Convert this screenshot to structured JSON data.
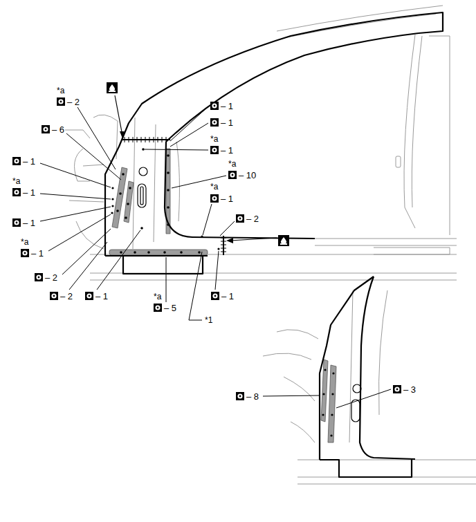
{
  "diagram": {
    "labels": [
      "*a",
      "– 2",
      "– 1",
      "– 1",
      "– 6",
      "*a",
      "– 1",
      "*a",
      "– 10",
      "– 1",
      "*a",
      "– 1",
      "*a",
      "– 1",
      "– 1",
      "– 2",
      "*a",
      "– 1",
      "– 2",
      "– 2",
      "– 1",
      "*a",
      "– 5",
      "– 1",
      "*1",
      "– 8",
      "– 3"
    ]
  }
}
